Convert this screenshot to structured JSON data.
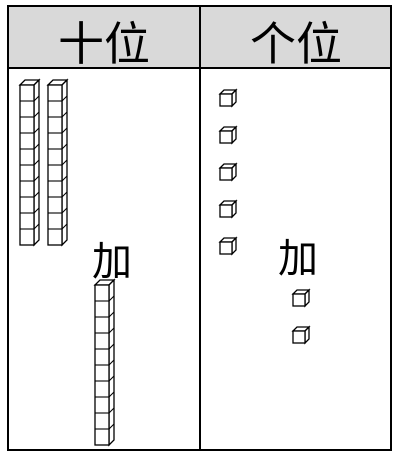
{
  "headers": {
    "tens": "十位",
    "ones": "个位"
  },
  "labels": {
    "tens_plus": "加",
    "ones_plus": "加"
  },
  "tens_column": {
    "first_addend_rods": 2,
    "second_addend_rods": 1,
    "cubes_per_rod": 10
  },
  "ones_column": {
    "first_addend_cubes": 5,
    "second_addend_cubes": 2
  },
  "colors": {
    "header_background": "#d9d9d9",
    "border": "#000000",
    "block_stroke": "#000000",
    "block_fill": "#ffffff"
  }
}
